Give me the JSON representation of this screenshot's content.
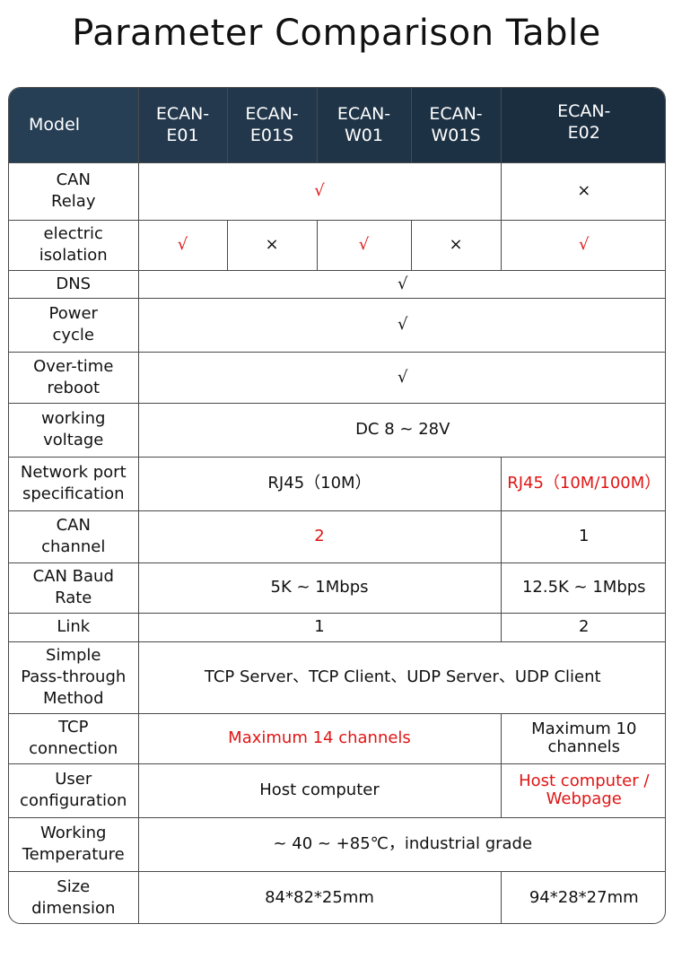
{
  "title": "Parameter Comparison Table",
  "colors": {
    "header_bg": "#1e3346",
    "highlight": "#e01515",
    "border": "#4a4a4a"
  },
  "header": {
    "model": "Model",
    "e01": "ECAN-\nE01",
    "e01s": "ECAN-\nE01S",
    "w01": "ECAN-\nW01",
    "w01s": "ECAN-\nW01S",
    "e02": "ECAN-\nE02"
  },
  "rows": {
    "can_relay": {
      "label": "CAN\nRelay",
      "group": "√",
      "e02": "×"
    },
    "isolation": {
      "label": "electric\nisolation",
      "e01": "√",
      "e01s": "×",
      "w01": "√",
      "w01s": "×",
      "e02": "√"
    },
    "dns": {
      "label": "DNS",
      "all": "√"
    },
    "power_cycle": {
      "label": "Power\ncycle",
      "all": "√"
    },
    "overtime_reboot": {
      "label": "Over-time\nreboot",
      "all": "√"
    },
    "working_voltage": {
      "label": "working\nvoltage",
      "all": "DC 8 ~ 28V"
    },
    "network_port": {
      "label": "Network port\nspecification",
      "group": "RJ45（10M）",
      "e02": "RJ45（10M/100M）"
    },
    "can_channel": {
      "label": "CAN\nchannel",
      "group": "2",
      "e02": "1"
    },
    "can_baud": {
      "label": "CAN Baud\nRate",
      "group": "5K ~ 1Mbps",
      "e02": "12.5K ~ 1Mbps"
    },
    "link": {
      "label": "Link",
      "group": "1",
      "e02": "2"
    },
    "passthrough": {
      "label": "Simple\nPass-through\nMethod",
      "all": "TCP Server、TCP Client、UDP Server、UDP Client"
    },
    "tcp_connection": {
      "label": "TCP\nconnection",
      "group": "Maximum 14 channels",
      "e02": "Maximum 10\nchannels"
    },
    "user_config": {
      "label": "User\nconfiguration",
      "group": "Host computer",
      "e02": "Host computer /\nWebpage"
    },
    "working_temp": {
      "label": "Working\nTemperature",
      "all": "~ 40 ~ +85℃，industrial grade"
    },
    "size": {
      "label": "Size\ndimension",
      "group": "84*82*25mm",
      "e02": "94*28*27mm"
    }
  }
}
